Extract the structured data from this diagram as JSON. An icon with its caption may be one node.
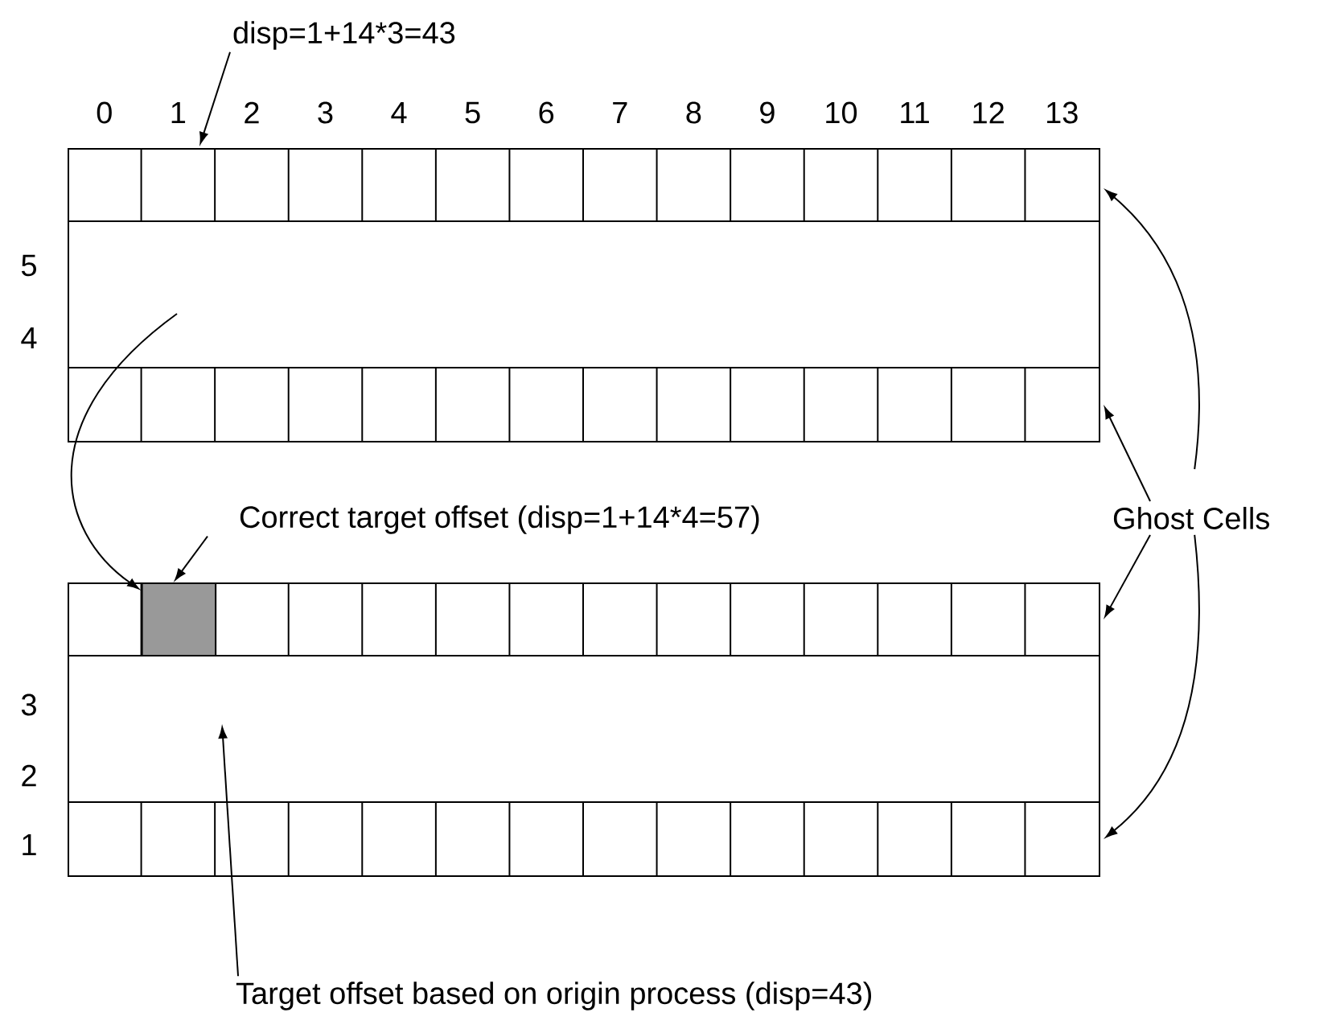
{
  "diagram": {
    "nodes": [
      {
        "text": [
          "disp=1+14*3=43"
        ]
      },
      {
        "text": [],
        "shape": "box"
      },
      {
        "text": [],
        "shape": "box",
        "in": 1
      },
      {
        "text": [],
        "shape": "box",
        "in": 1
      },
      {
        "text": [
          "Correct target offset (disp=1+14*4=57)"
        ]
      },
      {
        "text": [
          "Ghost Cells"
        ]
      },
      {
        "text": [],
        "shape": "box"
      },
      {
        "text": [],
        "shape": "box",
        "in": 6
      },
      {
        "text": [],
        "shape": "box",
        "in": 7
      },
      {
        "text": [],
        "shape": "box",
        "in": 6
      },
      {
        "text": [
          "Target offset based on origin process (disp=43)"
        ]
      }
    ],
    "edges": [
      {
        "from": 0,
        "to": 2,
        "arrow": "to"
      },
      {
        "from": null,
        "to": 8,
        "arrow": "to"
      },
      {
        "from": 4,
        "to": 8,
        "arrow": "to"
      },
      {
        "from": 5,
        "to": 2,
        "arrow": "to"
      },
      {
        "from": 5,
        "to": 3,
        "arrow": "to"
      },
      {
        "from": 5,
        "to": 7,
        "arrow": "to"
      },
      {
        "from": 5,
        "to": 9,
        "arrow": "to"
      },
      {
        "from": 10,
        "to": null,
        "arrow": "to"
      }
    ],
    "labels": [
      "0",
      "1",
      "2",
      "3",
      "4",
      "5",
      "6",
      "7",
      "8",
      "9",
      "10",
      "11",
      "12",
      "13",
      "5",
      "4",
      "3",
      "2",
      "1"
    ]
  }
}
